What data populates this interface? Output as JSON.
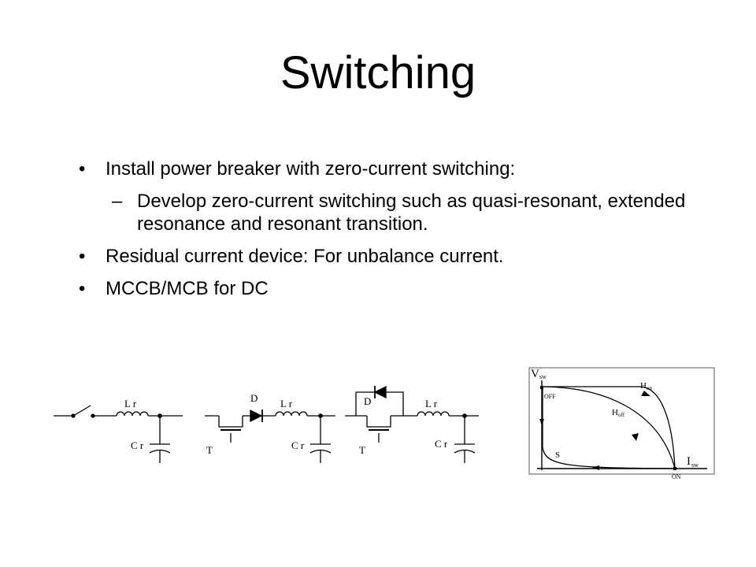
{
  "slide": {
    "title": "Switching",
    "bullets": [
      {
        "level": 1,
        "text": "Install power breaker with zero-current switching:"
      },
      {
        "level": 2,
        "text": "Develop zero-current switching such as quasi-resonant, extended resonance and resonant transition."
      },
      {
        "level": 1,
        "text": "Residual current device:  For unbalance current."
      },
      {
        "level": 1,
        "text": "MCCB/MCB  for DC"
      }
    ]
  },
  "circuits": {
    "inductor_label": "L r",
    "capacitor_label": "C r",
    "transistor_label": "T",
    "diode_label": "D"
  },
  "trajectory": {
    "y_axis_label": "V",
    "y_axis_sub": "sw",
    "x_axis_label": "I",
    "x_axis_sub": "sw",
    "off_label": "OFF",
    "on_label": "ON",
    "hon_label": "H",
    "hon_sub": "on",
    "hoff_label": "H",
    "hoff_sub": "off",
    "s_label": "S"
  }
}
